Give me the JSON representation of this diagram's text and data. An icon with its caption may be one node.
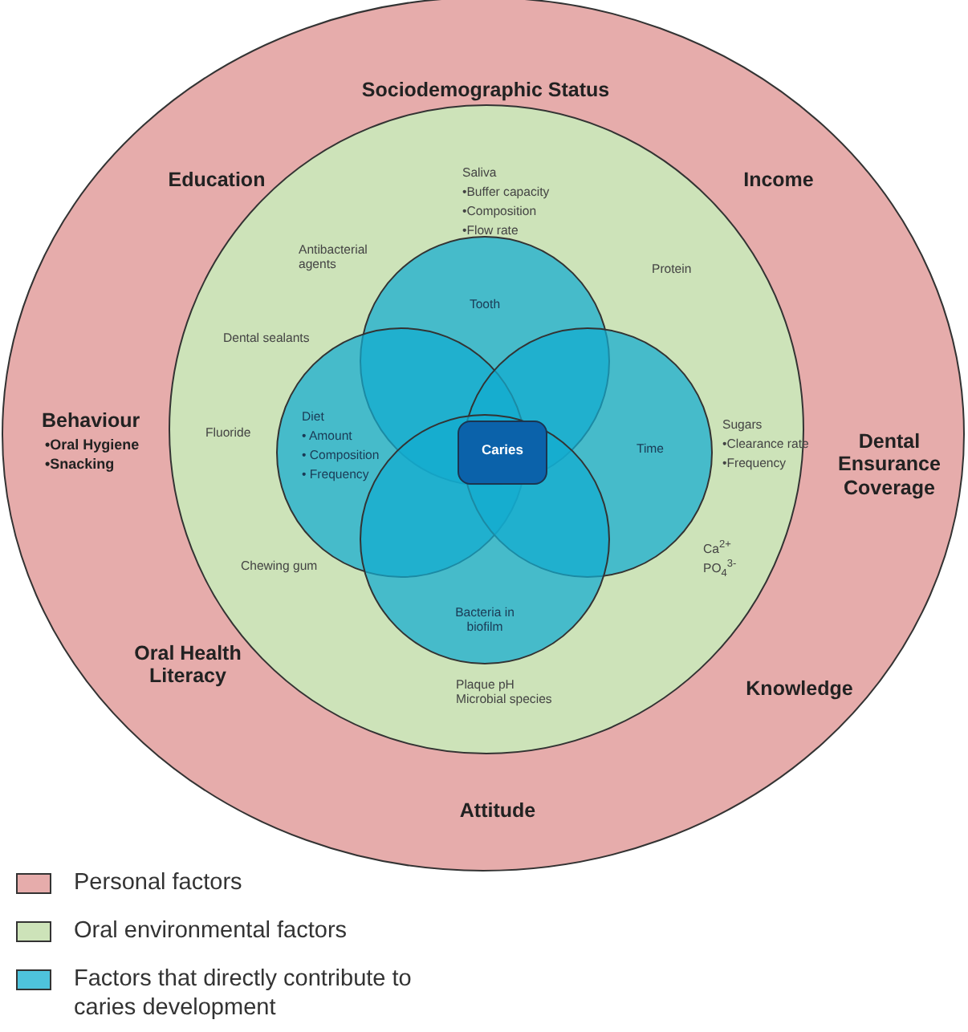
{
  "diagram": {
    "nodes": [
      {
        "text": [
          "Sociodemographic Status",
          "Education",
          "Income",
          "Behaviour",
          "•Oral Hygiene",
          "•Snacking",
          "Dental Ensurance Coverage",
          "Oral Health Literacy",
          "Knowledge",
          "Attitude"
        ]
      },
      {
        "text": [
          "Saliva",
          "•Buffer capacity",
          "•Composition",
          "•Flow rate",
          "Antibacterial agents",
          "Protein",
          "Dental sealants",
          "Fluoride",
          "Sugars",
          "•Clearance rate",
          "•Frequency",
          "Ca$^{2+}$",
          "PO$_{4}$$^{3-}$",
          "Chewing gum",
          "Plaque pH Microbial species"
        ],
        "in": 0
      },
      {
        "text": [
          "Tooth"
        ],
        "in": 1
      },
      {
        "text": [
          "Diet",
          "• Amount",
          "• Composition",
          "• Frequency"
        ],
        "in": 1
      },
      {
        "text": [
          "Time"
        ],
        "in": 1
      },
      {
        "text": [
          "Bacteria in biofilm"
        ],
        "in": 1
      },
      {
        "text": [
          "Caries"
        ]
      }
    ],
    "legend": [
      {
        "text": "Personal factors",
        "color": "#e6acab"
      },
      {
        "text": "Oral environmental factors",
        "color": "#cde3b9"
      },
      {
        "text": "Factors that directly contribute to caries development",
        "color": "#4ec3dc"
      }
    ]
  }
}
